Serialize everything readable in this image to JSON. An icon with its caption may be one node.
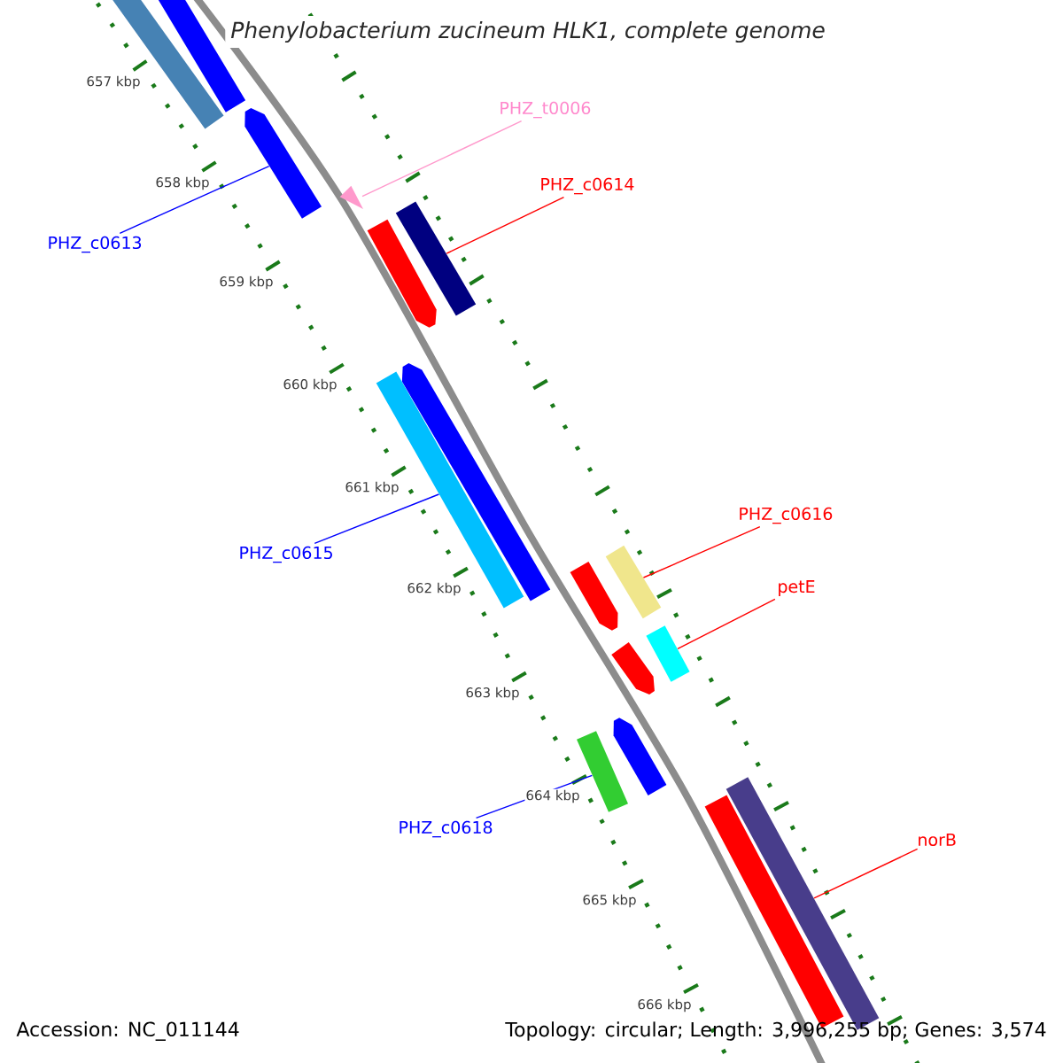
{
  "diagram": {
    "title": "Phenylobacterium zucineum HLK1, complete genome",
    "nodes": [
      {
        "text": [
          "PHZ_t0006"
        ]
      },
      {
        "text": [],
        "shape": "triangle"
      },
      {
        "text": [
          "PHZ_c0614"
        ]
      },
      {
        "text": [],
        "shape": "bar"
      },
      {
        "text": [
          "PHZ_c0613"
        ]
      },
      {
        "text": [],
        "shape": "bar"
      },
      {
        "text": [
          "PHZ_c0615"
        ]
      },
      {
        "text": [],
        "shape": "bar"
      },
      {
        "text": [
          "PHZ_c0616"
        ]
      },
      {
        "text": [],
        "shape": "bar"
      },
      {
        "text": [
          "petE"
        ]
      },
      {
        "text": [],
        "shape": "bar"
      },
      {
        "text": [
          "PHZ_c0618"
        ]
      },
      {
        "text": [],
        "shape": "bar"
      },
      {
        "text": [
          "norB"
        ]
      },
      {
        "text": [],
        "shape": "bar"
      },
      {
        "text": [],
        "shape": "bar"
      },
      {
        "text": [],
        "shape": "bar"
      },
      {
        "text": [],
        "shape": "bar"
      },
      {
        "text": [],
        "shape": "bar"
      },
      {
        "text": [],
        "shape": "bar"
      },
      {
        "text": [],
        "shape": "bar"
      },
      {
        "text": [],
        "shape": "bar"
      },
      {
        "text": [],
        "shape": "bar"
      }
    ],
    "edges": [
      {
        "from": 0,
        "to": 1,
        "arrow": "none",
        "color": "#ff99cc"
      },
      {
        "from": 2,
        "to": 18,
        "arrow": "none"
      },
      {
        "from": 4,
        "to": 5,
        "arrow": "none",
        "color": "#0000ff"
      },
      {
        "from": 6,
        "to": 19,
        "arrow": "none",
        "color": "#0000ff"
      },
      {
        "from": 8,
        "to": 20,
        "arrow": "none"
      },
      {
        "from": 10,
        "to": 21,
        "arrow": "none"
      },
      {
        "from": 12,
        "to": 22,
        "arrow": "none",
        "color": "#0000ff"
      },
      {
        "from": 14,
        "to": 23,
        "arrow": "none"
      }
    ],
    "labels": [
      "657 kbp",
      "658 kbp",
      "659 kbp",
      "660 kbp",
      "661 kbp",
      "662 kbp",
      "663 kbp",
      "664 kbp",
      "665 kbp",
      "666 kbp",
      "Accession: NC_011144",
      "Topology: circular; Length: 3,996,255 bp; Genes: 3,574"
    ]
  }
}
